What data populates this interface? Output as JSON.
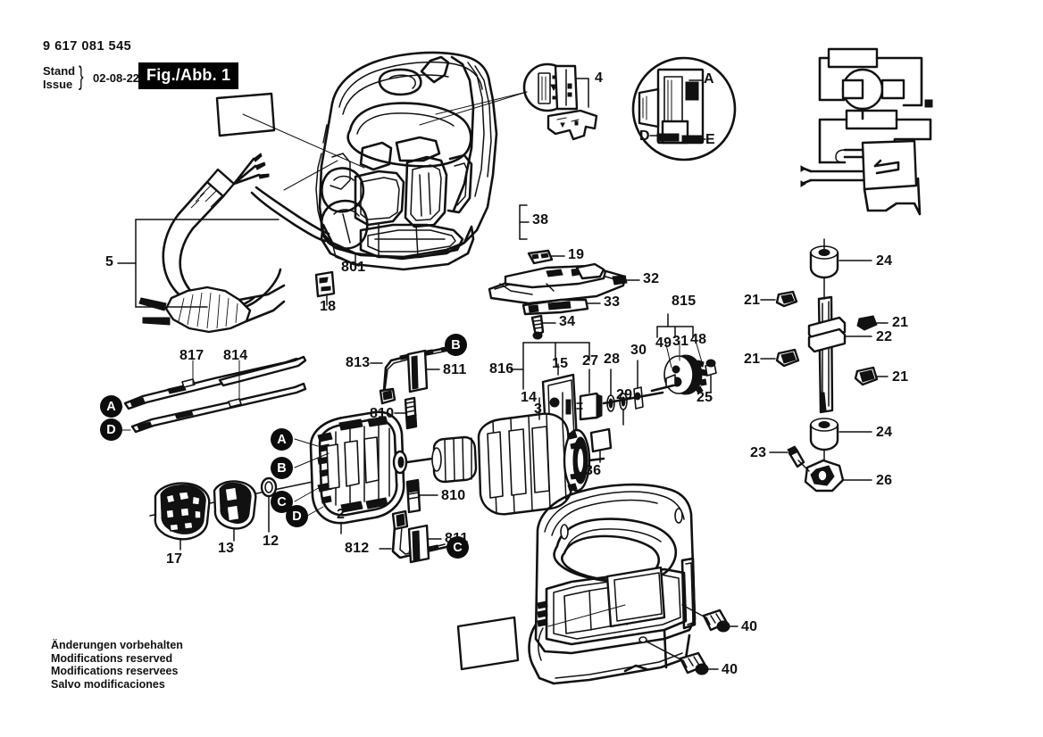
{
  "header": {
    "part_number": "9 617 081 545",
    "stand_label": "Stand",
    "issue_label": "Issue",
    "brace": "}",
    "date": "02-08-22",
    "figure_label": "Fig./Abb. 1"
  },
  "footer": {
    "lines": "Änderungen vorbehalten\nModifications reserved\nModifications reservees\nSalvo modificaciones"
  },
  "callouts": {
    "housing_main": "801",
    "switch": "4",
    "cord_set": "5",
    "clip_18": "18",
    "bracket_38": "38",
    "nut_19": "19",
    "baseplate_32": "32",
    "bar_33": "33",
    "screw_34": "34",
    "group_816": "816",
    "pin_14": "14",
    "lever_15": "15",
    "bushing_27": "27",
    "washer_28": "28",
    "washer_29": "29",
    "disc_30": "30",
    "plate_36": "36",
    "group_815": "815",
    "part_49": "49",
    "gear_31": "31",
    "part_48": "48",
    "screw_25": "25",
    "bearing_24_top": "24",
    "nut_21_a": "21",
    "nut_21_b": "21",
    "nut_21_c": "21",
    "nut_21_d": "21",
    "plunger_22": "22",
    "bearing_24_bottom": "24",
    "screw_23": "23",
    "holder_26": "26",
    "wire_817": "817",
    "wire_814": "814",
    "lead_813": "813",
    "lead_812": "812",
    "brush_811_top": "811",
    "brush_811_bottom": "811",
    "spring_810_top": "810",
    "spring_810_bottom": "810",
    "field_coil": "2",
    "armature": "3",
    "ring_12": "12",
    "bearing_13": "13",
    "bearing_17": "17",
    "screw_40_top": "40",
    "screw_40_bottom": "40"
  },
  "markers": {
    "detail_A": "A",
    "detail_D": "D",
    "detail_E": "E",
    "motor_A": "A",
    "motor_B": "B",
    "motor_C": "C",
    "motor_D": "D",
    "brush_B": "B",
    "brush_C": "C",
    "wire_A": "A",
    "wire_D": "D"
  },
  "colors": {
    "ink": "#111111",
    "paper": "#ffffff"
  }
}
